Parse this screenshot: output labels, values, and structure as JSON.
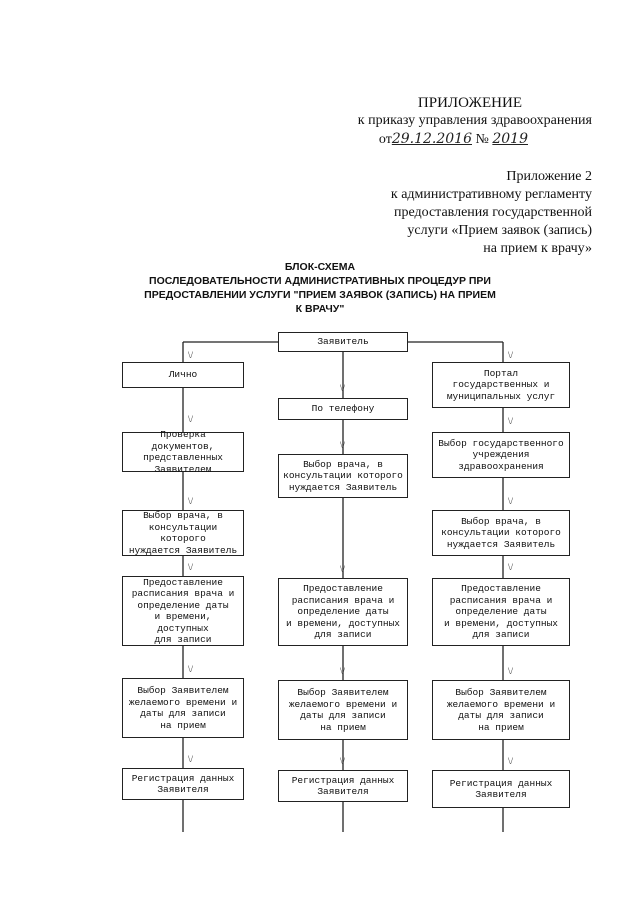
{
  "header": {
    "appendix_title": "ПРИЛОЖЕНИЕ",
    "order_line": "к приказу управления здравоохранения",
    "date_prefix": "от",
    "date_value": "29.12.2016",
    "number_prefix": "№",
    "number_value": "2019"
  },
  "appendix2": {
    "line1": "Приложение 2",
    "line2": "к административному регламенту",
    "line3": "предоставления государственной",
    "line4": "услуги «Прием заявок (запись)",
    "line5": "на прием к врачу»"
  },
  "scheme_title": {
    "line1": "БЛОК-СХЕМА",
    "line2": "ПОСЛЕДОВАТЕЛЬНОСТИ АДМИНИСТРАТИВНЫХ ПРОЦЕДУР ПРИ",
    "line3": "ПРЕДОСТАВЛЕНИИ УСЛУГИ \"ПРИЕМ ЗАЯВОК (ЗАПИСЬ) НА ПРИЕМ",
    "line4": "К ВРАЧУ\""
  },
  "flow": {
    "applicant": "Заявитель",
    "left": {
      "b1": "Лично",
      "b2": "Проверка документов,\nпредставленных\nЗаявителем",
      "b3": "Выбор врача, в\nконсультации которого\nнуждается Заявитель",
      "b4": "Предоставление\nрасписания врача и\nопределение даты\nи времени, доступных\nдля записи",
      "b5": "Выбор Заявителем\nжелаемого времени и\nдаты для записи\nна прием",
      "b6": "Регистрация данных\nЗаявителя"
    },
    "middle": {
      "b1": "По телефону",
      "b2": "Выбор врача, в\nконсультации которого\nнуждается Заявитель",
      "b3": "Предоставление\nрасписания врача и\nопределение даты\nи времени, доступных\nдля записи",
      "b4": "Выбор Заявителем\nжелаемого времени и\nдаты для записи\nна прием",
      "b5": "Регистрация данных\nЗаявителя"
    },
    "right": {
      "b1": "Портал\nгосударственных и\nмуниципальных услуг",
      "b2": "Выбор государственного\nучреждения\nздравоохранения",
      "b3": "Выбор врача, в\nконсультации которого\nнуждается Заявитель",
      "b4": "Предоставление\nрасписания врача и\nопределение даты\nи времени, доступных\nдля записи",
      "b5": "Выбор Заявителем\nжелаемого времени и\nдаты для записи\nна прием",
      "b6": "Регистрация данных\nЗаявителя"
    },
    "arrow_glyph": "\\/"
  }
}
